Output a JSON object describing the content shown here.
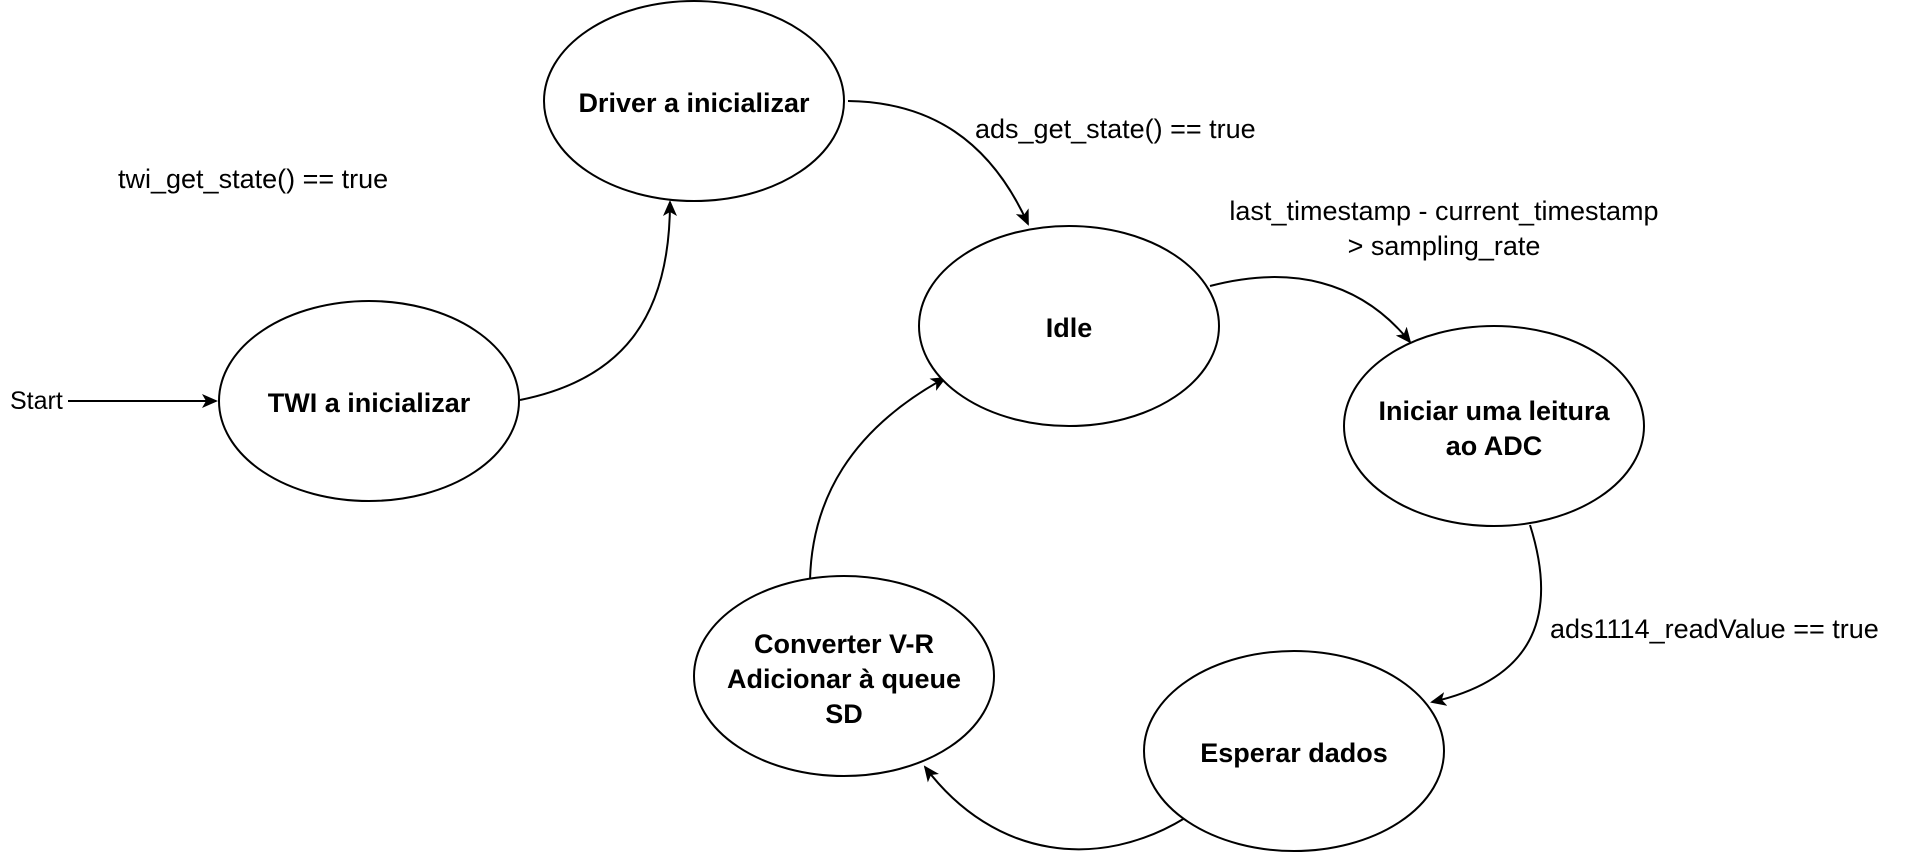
{
  "diagram": {
    "type": "state-machine",
    "start_label": "Start",
    "states": {
      "twi": {
        "lines": [
          "TWI a inicializar"
        ]
      },
      "driver": {
        "lines": [
          "Driver a inicializar"
        ]
      },
      "idle": {
        "lines": [
          "Idle"
        ]
      },
      "adc": {
        "lines": [
          "Iniciar uma leitura",
          "ao ADC"
        ]
      },
      "wait": {
        "lines": [
          "Esperar dados"
        ]
      },
      "convert": {
        "lines": [
          "Converter V-R",
          "Adicionar à queue",
          "SD"
        ]
      }
    },
    "transitions": {
      "start_to_twi": {
        "from": "Start",
        "to": "TWI a inicializar"
      },
      "twi_to_driver": {
        "from": "TWI a inicializar",
        "to": "Driver a inicializar",
        "condition": "twi_get_state() == true"
      },
      "driver_to_idle": {
        "from": "Driver a inicializar",
        "to": "Idle",
        "condition": "ads_get_state() == true"
      },
      "idle_to_adc": {
        "from": "Idle",
        "to": "Iniciar uma leitura ao ADC",
        "condition_lines": [
          "last_timestamp - current_timestamp",
          "> sampling_rate"
        ]
      },
      "adc_to_wait": {
        "from": "Iniciar uma leitura ao ADC",
        "to": "Esperar dados",
        "condition": "ads1114_readValue == true"
      },
      "wait_to_convert": {
        "from": "Esperar dados",
        "to": "Converter V-R Adicionar à queue SD"
      },
      "convert_to_idle": {
        "from": "Converter V-R Adicionar à queue SD",
        "to": "Idle"
      }
    }
  }
}
